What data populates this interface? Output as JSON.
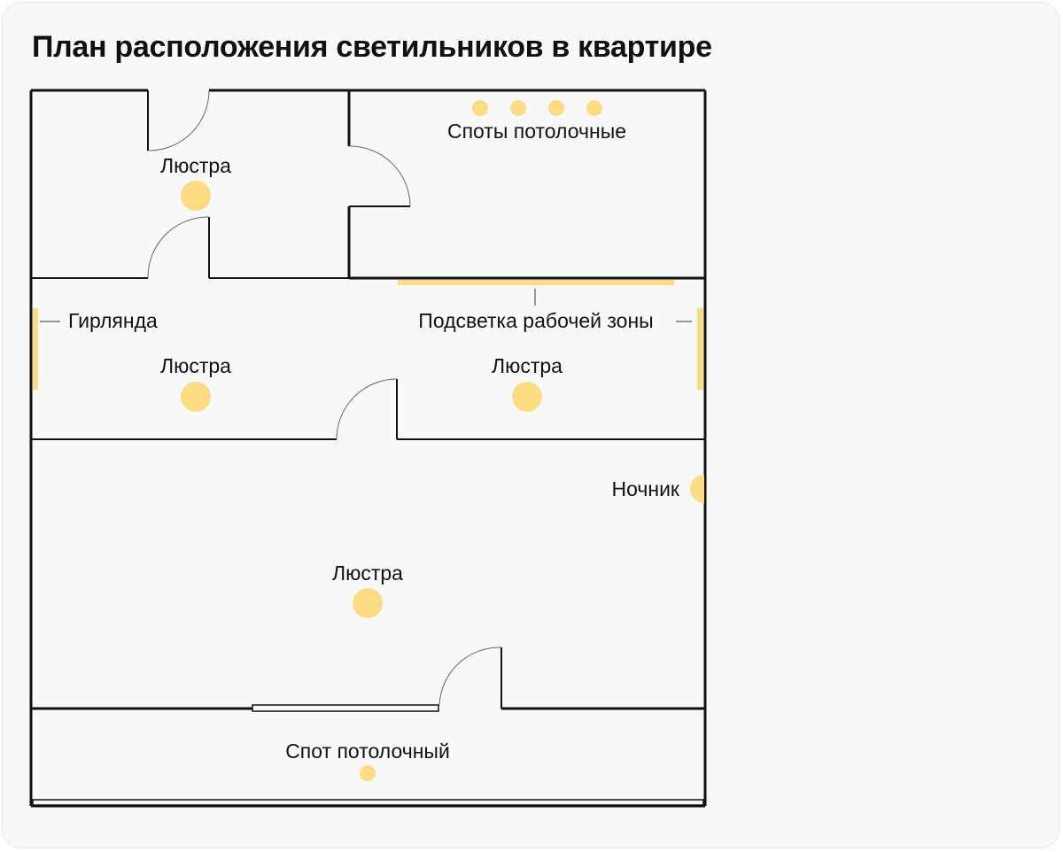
{
  "title": "План расположения светильников в квартире",
  "colors": {
    "light": "#fcdc82",
    "wall": "#111111",
    "background": "#f8f8f8"
  },
  "labels": {
    "chandelier_hall": "Люстра",
    "spots_ceiling": "Споты потолочные",
    "garland": "Гирлянда",
    "work_zone_light": "Подсветка рабочей зоны",
    "chandelier_left": "Люстра",
    "chandelier_right": "Люстра",
    "night_light": "Ночник",
    "chandelier_big": "Люстра",
    "spot_ceiling": "Спот потолочный"
  }
}
